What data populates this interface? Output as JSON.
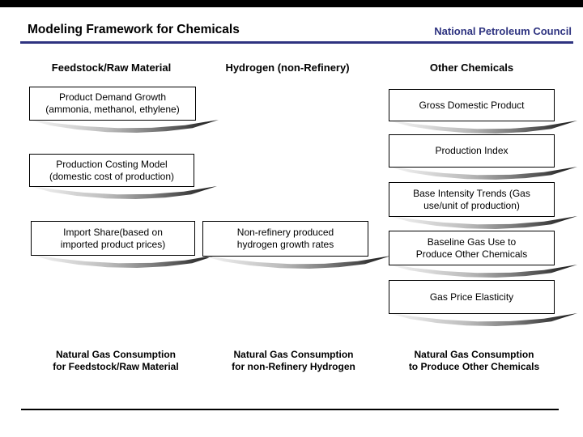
{
  "slide": {
    "title": "Modeling Framework for Chemicals",
    "org": "National Petroleum Council",
    "accent_color": "#2e3380"
  },
  "column_headers": [
    {
      "label": "Feedstock/Raw Material"
    },
    {
      "label": "Hydrogen (non-Refinery)"
    },
    {
      "label": "Other Chemicals"
    }
  ],
  "nodes": [
    {
      "id": "product-demand-growth",
      "line1": "Product Demand Growth",
      "line2": "(ammonia, methanol, ethylene)"
    },
    {
      "id": "production-costing-model",
      "line1": "Production Costing Model",
      "line2": "(domestic cost of production)"
    },
    {
      "id": "import-share",
      "line1": "Import Share(based on",
      "line2": "imported product prices)"
    },
    {
      "id": "non-refinery-hydrogen",
      "line1": "Non-refinery produced",
      "line2": "hydrogen growth rates"
    },
    {
      "id": "gross-domestic-product",
      "line1": "Gross Domestic Product",
      "line2": ""
    },
    {
      "id": "production-index",
      "line1": "Production Index",
      "line2": ""
    },
    {
      "id": "base-intensity-trends",
      "line1": "Base Intensity Trends (Gas",
      "line2": "use/unit of production)"
    },
    {
      "id": "baseline-gas-use",
      "line1": "Baseline Gas Use to",
      "line2": "Produce Other Chemicals"
    },
    {
      "id": "gas-price-elasticity",
      "line1": "Gas Price Elasticity",
      "line2": ""
    }
  ],
  "outputs": [
    {
      "line1": "Natural Gas Consumption",
      "line2": "for Feedstock/Raw Material"
    },
    {
      "line1": "Natural Gas Consumption",
      "line2": "for non-Refinery Hydrogen"
    },
    {
      "line1": "Natural Gas Consumption",
      "line2": "to Produce Other Chemicals"
    }
  ]
}
